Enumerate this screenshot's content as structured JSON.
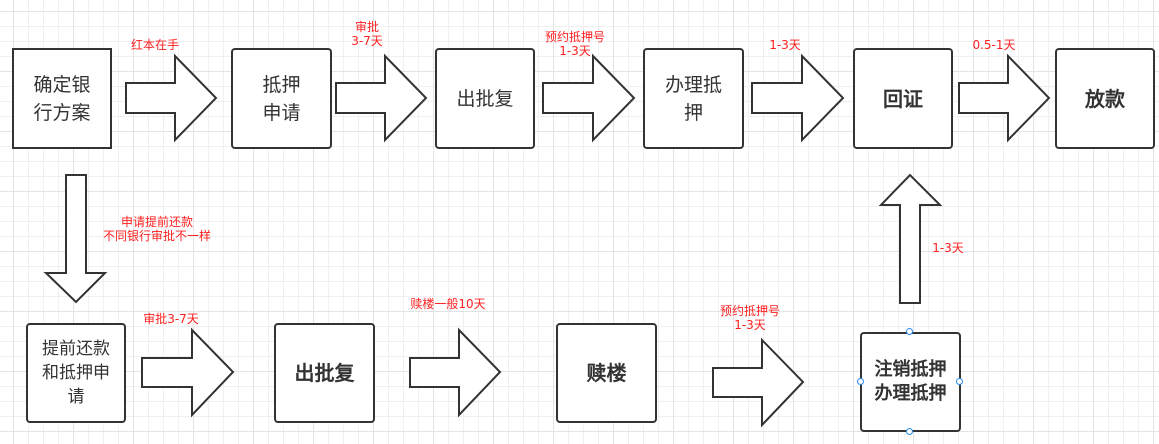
{
  "diagram": {
    "top_row": {
      "nodes": [
        {
          "id": "n1",
          "label": "确定银\n行方案"
        },
        {
          "id": "n2",
          "label": "抵押\n申请"
        },
        {
          "id": "n3",
          "label": "出批复"
        },
        {
          "id": "n4",
          "label": "办理抵\n押"
        },
        {
          "id": "n5",
          "label": "回证"
        },
        {
          "id": "n6",
          "label": "放款"
        }
      ],
      "arrow_labels": [
        "红本在手",
        "审批\n3-7天",
        "预约抵押号\n1-3天",
        "1-3天",
        "0.5-1天"
      ]
    },
    "down_arrow_label": "申请提前还款\n不同银行审批不一样",
    "bottom_row": {
      "nodes": [
        {
          "id": "b1",
          "label": "提前还款\n和抵押申\n请"
        },
        {
          "id": "b2",
          "label": "出批复"
        },
        {
          "id": "b3",
          "label": "赎楼"
        },
        {
          "id": "b4",
          "label": "注销抵押\n办理抵押"
        }
      ],
      "arrow_labels": [
        "审批3-7天",
        "赎楼一般10天",
        "预约抵押号\n1-3天"
      ]
    },
    "up_arrow_label": "1-3天",
    "colors": {
      "node_border": "#333333",
      "annotation": "#ff2020",
      "selection_handle": "#2a8cf0",
      "grid": "#e3e3e3"
    }
  }
}
